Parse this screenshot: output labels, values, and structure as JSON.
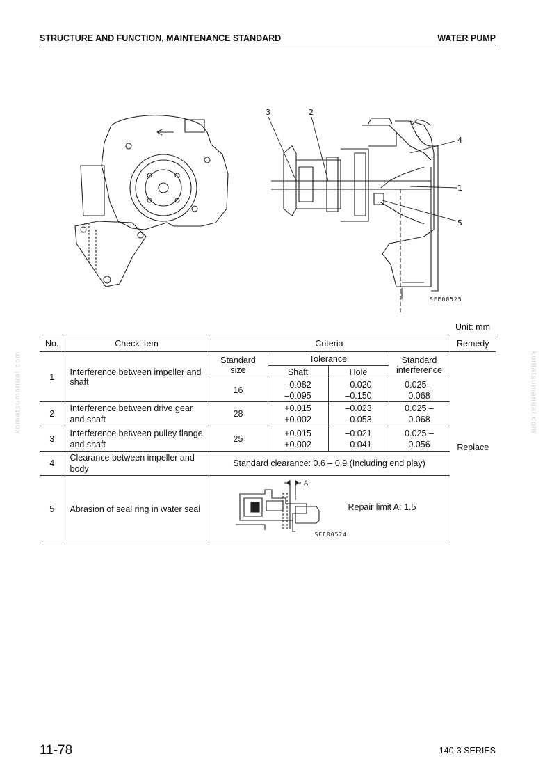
{
  "header": {
    "left": "STRUCTURE AND FUNCTION, MAINTENANCE STANDARD",
    "right": "WATER PUMP"
  },
  "figure": {
    "callouts": [
      "3",
      "2",
      "4",
      "1",
      "5"
    ],
    "code": "SEE00525"
  },
  "unit": "Unit: mm",
  "table": {
    "headers": {
      "no": "No.",
      "check_item": "Check item",
      "criteria": "Criteria",
      "remedy": "Remedy"
    },
    "subheaders": {
      "standard_size": "Standard size",
      "tolerance": "Tolerance",
      "shaft": "Shaft",
      "hole": "Hole",
      "standard_interference": "Standard interference"
    },
    "rows": [
      {
        "no": "1",
        "item": "Interference between impeller and shaft",
        "size": "16",
        "shaft": "–0.082\n–0.095",
        "hole": "–0.020\n–0.150",
        "interference": "0.025 –\n0.068"
      },
      {
        "no": "2",
        "item": "Interference between drive gear and shaft",
        "size": "28",
        "shaft": "+0.015\n+0.002",
        "hole": "–0.023\n–0.053",
        "interference": "0.025 –\n0.068"
      },
      {
        "no": "3",
        "item": "Interference between pulley flange and shaft",
        "size": "25",
        "shaft": "+0.015\n+0.002",
        "hole": "–0.021\n–0.041",
        "interference": "0.025 –\n0.056"
      },
      {
        "no": "4",
        "item": "Clearance between impeller and body",
        "criteria": "Standard clearance: 0.6 – 0.9 (Including end play)"
      },
      {
        "no": "5",
        "item": "Abrasion of seal ring in water seal",
        "seal_label": "A",
        "seal_code": "SEE00524",
        "repair_limit": "Repair limit A: 1.5"
      }
    ],
    "remedy": "Replace"
  },
  "watermark": "komatsumanual.com",
  "footer": {
    "page": "11-78",
    "series": "140-3 SERIES"
  }
}
